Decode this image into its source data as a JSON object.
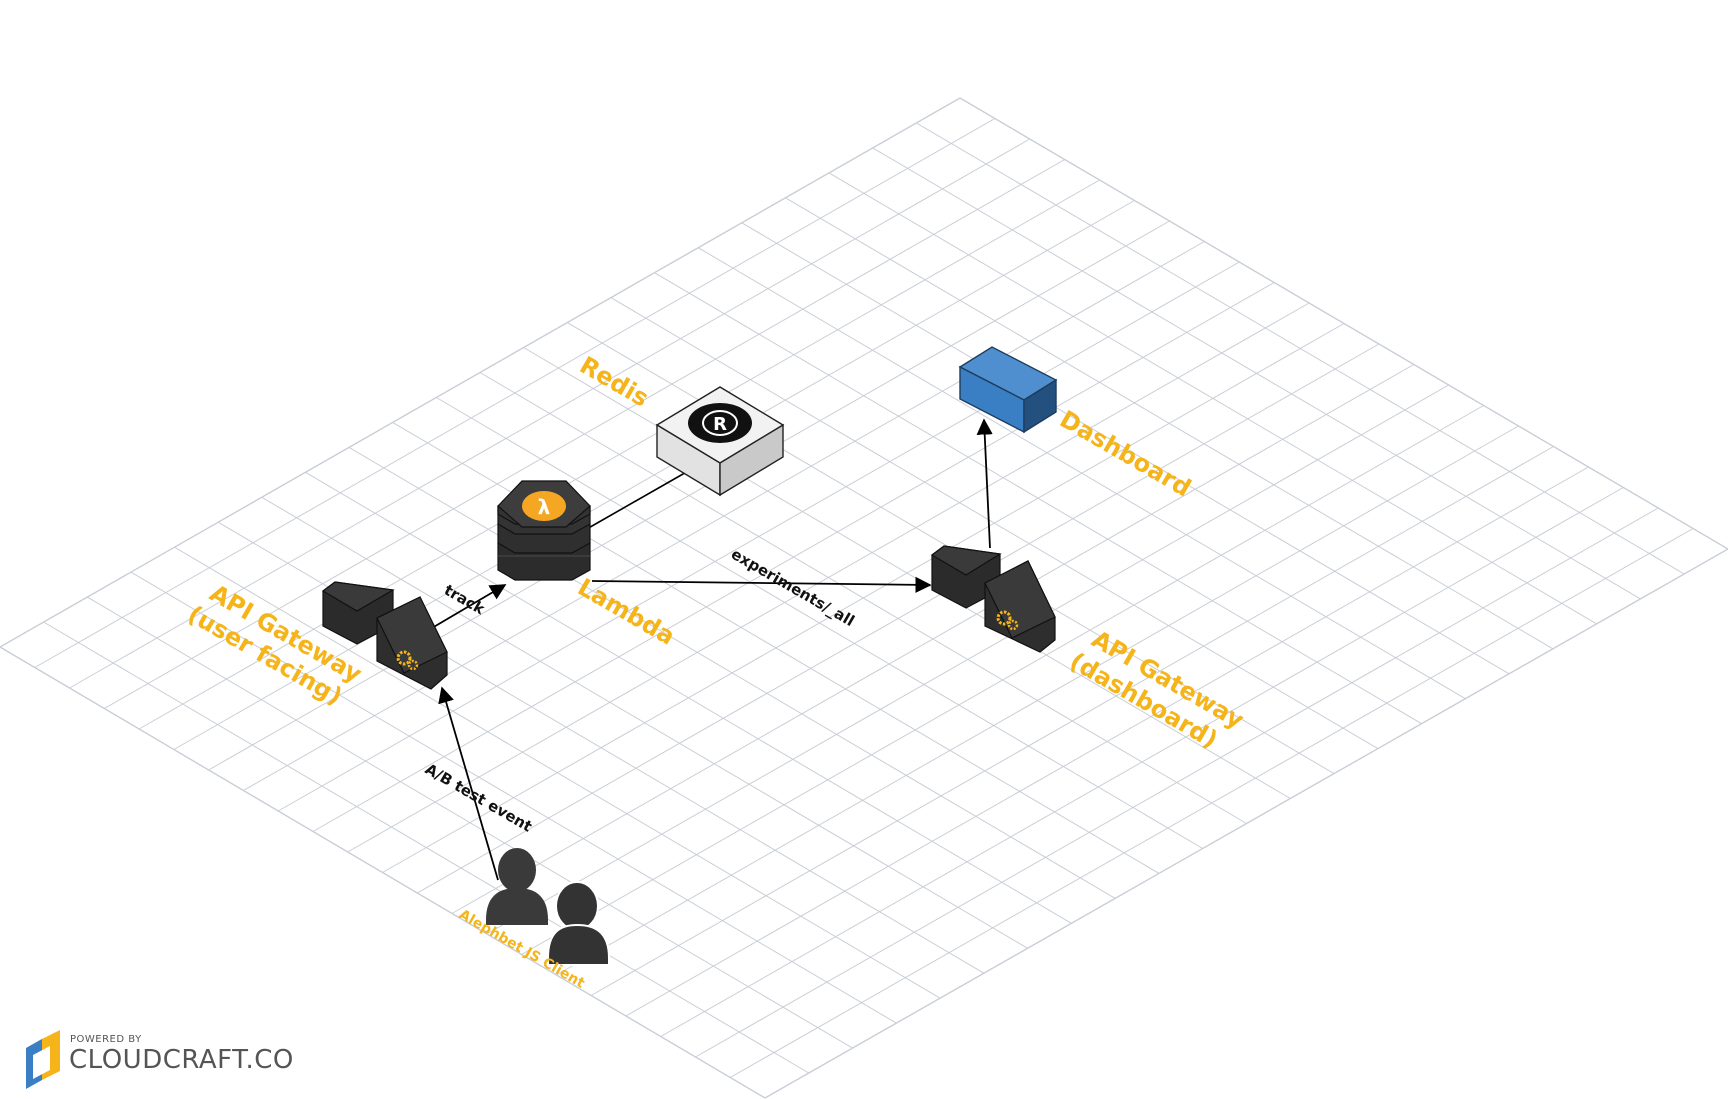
{
  "nodes": {
    "redis": {
      "label": "Redis",
      "icon": "redis-logo-icon"
    },
    "lambda": {
      "label": "Lambda",
      "icon": "lambda-icon"
    },
    "dashboard": {
      "label": "Dashboard",
      "color": "#3a7fc4"
    },
    "api_user": {
      "label_line1": "API Gateway",
      "label_line2": "(user facing)",
      "icon": "gears-icon"
    },
    "api_dash": {
      "label_line1": "API Gateway",
      "label_line2": "(dashboard)",
      "icon": "gears-icon"
    },
    "client": {
      "label": "Alephbet JS Client",
      "icon": "users-icon"
    }
  },
  "edges": {
    "ab_event": "A/B test event",
    "track": "track",
    "experiments": "experiments/_all"
  },
  "branding": {
    "powered_by": "POWERED BY",
    "name": "CLOUDCRAFT.CO"
  },
  "colors": {
    "accent": "#f5b41a",
    "grid": "#c9ced6",
    "component_dark": "#333333"
  }
}
